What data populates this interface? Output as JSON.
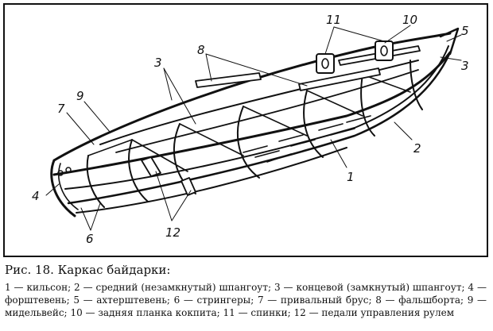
{
  "figure": {
    "labels": [
      "1",
      "2",
      "3",
      "3",
      "4",
      "5",
      "6",
      "7",
      "8",
      "9",
      "10",
      "11",
      "12"
    ]
  },
  "caption": {
    "title": "Рис. 18. Каркас байдарки:",
    "items": [
      "1 — кильсон;",
      "2 — средний (незамкнутый) шпангоут;",
      "3 — концевой (замкнутый) шпангоут;",
      "4 — форштевень;",
      "5 — ахтерштевень;",
      "6 — стрингеры;",
      "7 — привальный брус;",
      "8 — фальшборта;",
      "9 — мидельвейс;",
      "10 — задняя планка кокпита;",
      "11 — спинки;",
      "12 — педали управления рулем"
    ]
  }
}
